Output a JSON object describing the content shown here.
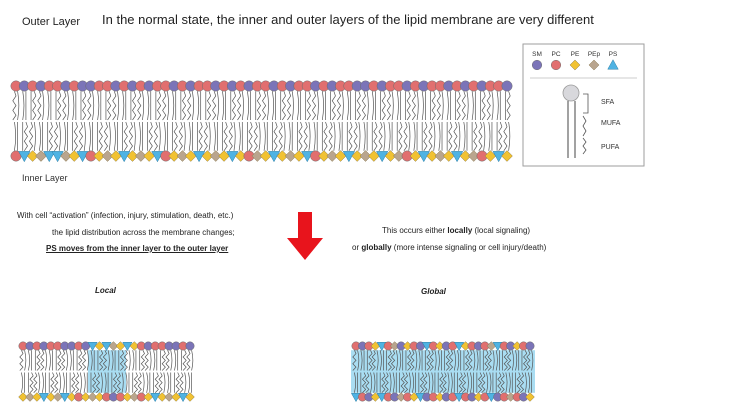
{
  "title": "In the normal state, the inner and outer layers of the lipid membrane are very different",
  "outer_label": "Outer Layer",
  "inner_label": "Inner Layer",
  "legend": {
    "items": [
      {
        "name": "SM",
        "shape": "circle",
        "color": "#7b74b8"
      },
      {
        "name": "PC",
        "shape": "circle",
        "color": "#e16f6f"
      },
      {
        "name": "PE",
        "shape": "diamond",
        "color": "#f1c232"
      },
      {
        "name": "PEp",
        "shape": "diamond",
        "color": "#b9a58e"
      },
      {
        "name": "PS",
        "shape": "triangle",
        "color": "#4fb3e3"
      }
    ],
    "chains": [
      "SFA",
      "MUFA",
      "PUFA"
    ]
  },
  "activation": {
    "line1": "With cell “activation”  (infection, injury, stimulation, death, etc.)",
    "line2": "the lipid distribution across the membrane changes;",
    "line3": "PS moves from the inner layer to the outer layer"
  },
  "occurs": {
    "prefix1": "This occurs either ",
    "bold1": "locally",
    "suffix1": " (local signaling)",
    "prefix2": "or ",
    "bold2": "globally",
    "suffix2": " (more intense signaling or cell injury/death)"
  },
  "local_label": "Local",
  "global_label": "Global",
  "colors": {
    "SM": "#7b74b8",
    "PC": "#e16f6f",
    "PE": "#f1c232",
    "PEp": "#b9a58e",
    "PS": "#4fb3e3",
    "arrow": "#e8141c",
    "highlight": "#a9ddf2",
    "tail": "#555555"
  },
  "membranes": {
    "main": {
      "top": [
        "PC",
        "SM",
        "PC",
        "SM",
        "PC",
        "PC",
        "SM",
        "PC",
        "SM",
        "SM",
        "PC",
        "PC",
        "SM",
        "PC",
        "SM",
        "PC",
        "SM",
        "PC",
        "PC",
        "SM",
        "PC",
        "SM",
        "PC",
        "PC",
        "SM",
        "PC",
        "SM",
        "PC",
        "SM",
        "PC",
        "PC",
        "SM",
        "PC",
        "SM",
        "PC",
        "PC",
        "SM",
        "PC",
        "SM",
        "PC",
        "PC",
        "SM",
        "SM",
        "PC",
        "SM",
        "PC",
        "PC",
        "SM",
        "PC",
        "SM",
        "PC",
        "PC",
        "SM",
        "PC",
        "SM",
        "PC",
        "SM",
        "PC",
        "PC",
        "SM"
      ],
      "bottom": [
        "PC",
        "PS",
        "PE",
        "PEp",
        "PS",
        "PS",
        "PEp",
        "PE",
        "PS",
        "PC",
        "PE",
        "PEp",
        "PE",
        "PS",
        "PE",
        "PEp",
        "PE",
        "PS",
        "PC",
        "PE",
        "PEp",
        "PE",
        "PS",
        "PE",
        "PEp",
        "PE",
        "PS",
        "PE",
        "PC",
        "PEp",
        "PE",
        "PS",
        "PE",
        "PEp",
        "PE",
        "PS",
        "PC",
        "PE",
        "PEp",
        "PE",
        "PS",
        "PE",
        "PEp",
        "PE",
        "PS",
        "PE",
        "PEp",
        "PC",
        "PE",
        "PS",
        "PE",
        "PEp",
        "PE",
        "PS",
        "PE",
        "PEp",
        "PC",
        "PE",
        "PS",
        "PE"
      ]
    },
    "local": {
      "top": [
        "PC",
        "SM",
        "PC",
        "SM",
        "PC",
        "PC",
        "SM",
        "SM",
        "PC",
        "SM",
        "PS",
        "PE",
        "PS",
        "PEp",
        "PE",
        "PS",
        "PE",
        "PC",
        "SM",
        "PC",
        "PC",
        "SM",
        "SM",
        "PC",
        "SM"
      ],
      "bottom": [
        "PE",
        "PEp",
        "PE",
        "PS",
        "PE",
        "PEp",
        "PS",
        "PE",
        "PC",
        "PE",
        "PEp",
        "PE",
        "PC",
        "SM",
        "PC",
        "PE",
        "PEp",
        "PC",
        "PE",
        "PS",
        "PE",
        "PEp",
        "PE",
        "PS",
        "PE"
      ]
    },
    "global": {
      "top": [
        "PC",
        "SM",
        "PC",
        "PE",
        "PS",
        "PC",
        "PEp",
        "SM",
        "PE",
        "PC",
        "SM",
        "PS",
        "PC",
        "PE",
        "SM",
        "PC",
        "PS",
        "PE",
        "PC",
        "SM",
        "PC",
        "PEp",
        "PS",
        "PC",
        "SM",
        "PE",
        "PC",
        "SM"
      ],
      "bottom": [
        "PS",
        "PC",
        "SM",
        "PE",
        "PS",
        "PC",
        "SM",
        "PEp",
        "PC",
        "PE",
        "PS",
        "SM",
        "PC",
        "PE",
        "SM",
        "PC",
        "PS",
        "PC",
        "SM",
        "PE",
        "PC",
        "PS",
        "SM",
        "PC",
        "PEp",
        "PC",
        "SM",
        "PE"
      ]
    }
  }
}
